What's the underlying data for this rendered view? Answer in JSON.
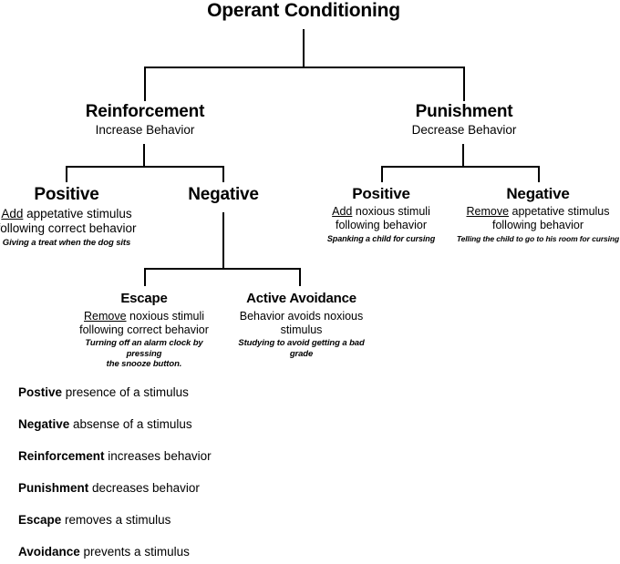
{
  "diagram": {
    "title": "Operant Conditioning",
    "type": "hierarchy-tree",
    "root": {
      "label": "Operant Conditioning"
    },
    "level2": [
      {
        "id": "reinforcement",
        "label": "Reinforcement",
        "subtitle": "Increase Behavior"
      },
      {
        "id": "punishment",
        "label": "Punishment",
        "subtitle": "Decrease Behavior"
      }
    ],
    "level3": [
      {
        "id": "reinforcement-positive",
        "label": "Positive",
        "def_underlined": "Add",
        "def_rest": " appetative stimulus",
        "def_line2": "following correct behavior",
        "example": "Giving a treat when the dog sits"
      },
      {
        "id": "reinforcement-negative",
        "label": "Negative",
        "def_underlined": "",
        "def_rest": "",
        "def_line2": "",
        "example": ""
      },
      {
        "id": "punishment-positive",
        "label": "Positive",
        "def_underlined": "Add",
        "def_rest": " noxious stimuli",
        "def_line2": "following behavior",
        "example": "Spanking a child for cursing"
      },
      {
        "id": "punishment-negative",
        "label": "Negative",
        "def_underlined": "Remove",
        "def_rest": " appetative stimulus",
        "def_line2": "following behavior",
        "example": "Telling the child to go to his room for cursing"
      }
    ],
    "level4": [
      {
        "id": "escape",
        "label": "Escape",
        "def_underlined": "Remove",
        "def_rest": " noxious stimuli",
        "def_line2": "following correct behavior",
        "example_line1": "Turning off an alarm clock by pressing",
        "example_line2": "the snooze button."
      },
      {
        "id": "active-avoidance",
        "label": "Active Avoidance",
        "def_underlined": "",
        "def_rest": "Behavior avoids noxious",
        "def_line2": "stimulus",
        "example_line1": "Studying to avoid getting a bad grade",
        "example_line2": ""
      }
    ]
  },
  "legend": {
    "items": [
      {
        "term": "Postive",
        "definition": " presence of a stimulus"
      },
      {
        "term": "Negative",
        "definition": " absense of a stimulus"
      },
      {
        "term": "Reinforcement",
        "definition": " increases behavior"
      },
      {
        "term": "Punishment",
        "definition": " decreases behavior"
      },
      {
        "term": "Escape",
        "definition": " removes a stimulus"
      },
      {
        "term": "Avoidance",
        "definition": " prevents a stimulus"
      }
    ]
  },
  "colors": {
    "background": "#ffffff",
    "text": "#000000",
    "line": "#000000"
  }
}
